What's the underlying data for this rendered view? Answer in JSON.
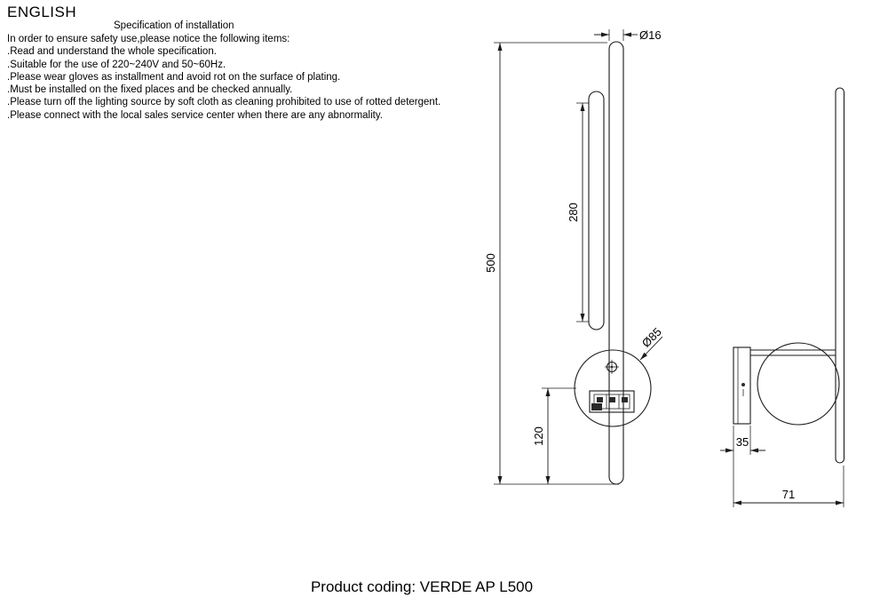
{
  "header": {
    "language": "ENGLISH",
    "spec_title": "Specification of installation"
  },
  "instructions": [
    "In order to ensure safety use,please notice the following items:",
    ".Read and understand the whole specification.",
    ".Suitable for the use of 220~240V and 50~60Hz.",
    ".Please wear gloves as installment and avoid rot on the surface of plating.",
    ".Must be installed on the fixed places and be checked annually.",
    ".Please turn off the lighting source by soft cloth as cleaning prohibited to use of rotted detergent.",
    ".Please connect with the local sales service center when there are any abnormality."
  ],
  "drawing": {
    "dims": {
      "diameter_top": "Ø16",
      "led_length": "280",
      "total_height": "500",
      "canopy_diameter": "Ø85",
      "bottom_offset": "120",
      "plate_depth": "35",
      "total_depth": "71"
    }
  },
  "product": {
    "coding": "Product coding: VERDE AP L500"
  }
}
